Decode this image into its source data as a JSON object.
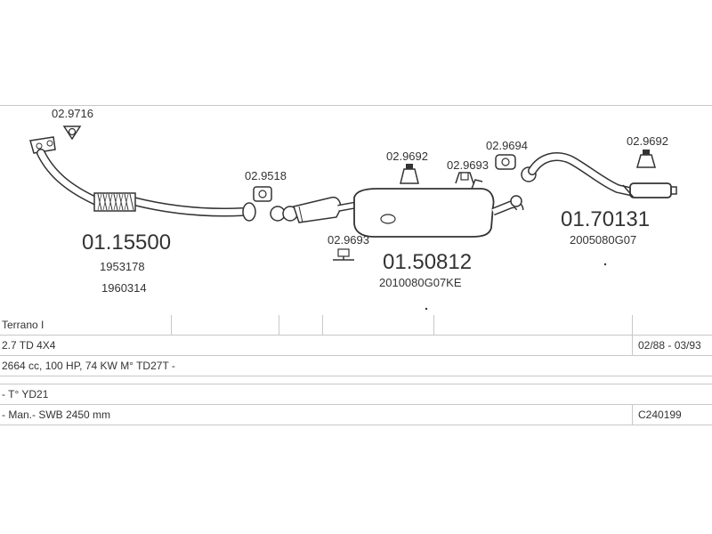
{
  "parts": {
    "flange_front": "02.9716",
    "front_pipe": "01.15500",
    "front_pipe_ref1": "1953178",
    "front_pipe_ref2": "1960314",
    "gasket_a": "02.9518",
    "bracket_mid_low": "02.9693",
    "middle_silencer": "01.50812",
    "middle_silencer_ref": "2010080G07KE",
    "bracket_mid_top": "02.9692",
    "bracket_mid_right": "02.9693",
    "gasket_rear": "02.9694",
    "bracket_rear": "02.9692",
    "rear_silencer": "01.70131",
    "rear_silencer_ref": "2005080G07"
  },
  "vehicle": {
    "model": "Terrano I",
    "engine": "2.7 TD 4X4",
    "years": "02/88 - 03/93",
    "spec": "2664 cc, 100 HP, 74 KW M° TD27T -",
    "type": "- T° YD21",
    "drive": "- Man.- SWB 2450 mm",
    "code": "C240199"
  }
}
